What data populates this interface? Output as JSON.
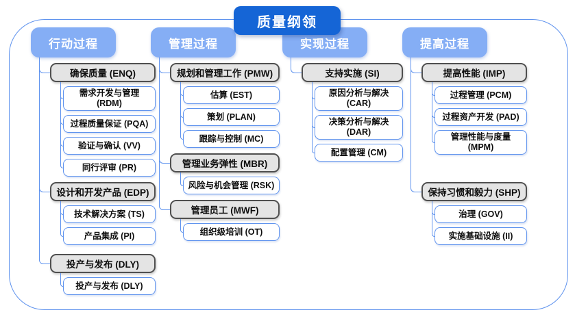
{
  "title": "质量纲领",
  "colors": {
    "title_bg": "#1565d6",
    "header_bg": "#85aef5",
    "connector_line": "#5f93ee",
    "parent_fill": "#e4e4e4",
    "parent_border": "#4f4f4f",
    "leaf_border": "#5f93ee"
  },
  "columns": [
    {
      "header": "行动过程",
      "groups": [
        {
          "label": "确保质量 (ENQ)",
          "children": [
            "需求开发与管理 (RDM)",
            "过程质量保证 (PQA)",
            "验证与确认 (VV)",
            "同行评审 (PR)"
          ]
        },
        {
          "label": "设计和开发产品 (EDP)",
          "children": [
            "技术解决方案 (TS)",
            "产品集成 (PI)"
          ]
        },
        {
          "label": "投产与发布 (DLY)",
          "children": [
            "投产与发布 (DLY)"
          ]
        }
      ]
    },
    {
      "header": "管理过程",
      "groups": [
        {
          "label": "规划和管理工作 (PMW)",
          "children": [
            "估算 (EST)",
            "策划 (PLAN)",
            "跟踪与控制 (MC)"
          ]
        },
        {
          "label": "管理业务弹性 (MBR)",
          "children": [
            "风险与机会管理 (RSK)"
          ]
        },
        {
          "label": "管理员工 (MWF)",
          "children": [
            "组织级培训 (OT)"
          ]
        }
      ]
    },
    {
      "header": "实现过程",
      "groups": [
        {
          "label": "支持实施 (SI)",
          "children": [
            "原因分析与解决 (CAR)",
            "决策分析与解决 (DAR)",
            "配置管理 (CM)"
          ]
        }
      ]
    },
    {
      "header": "提高过程",
      "groups": [
        {
          "label": "提高性能 (IMP)",
          "children": [
            "过程管理 (PCM)",
            "过程资产开发 (PAD)",
            "管理性能与度量 (MPM)"
          ]
        },
        {
          "label": "保持习惯和毅力 (SHP)",
          "children": [
            "治理 (GOV)",
            "实施基础设施 (II)"
          ]
        }
      ]
    }
  ]
}
